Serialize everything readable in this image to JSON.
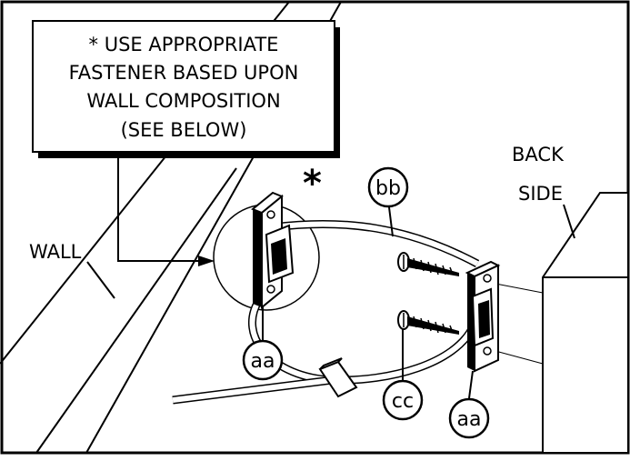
{
  "note": {
    "lines": [
      "* USE APPROPRIATE",
      "FASTENER BASED UPON",
      "WALL COMPOSITION",
      "(SEE BELOW)"
    ]
  },
  "labels": {
    "wall": "WALL",
    "back": "BACK",
    "side": "SIDE",
    "asterisk": "*"
  },
  "parts": {
    "aa_left": "aa",
    "aa_right": "aa",
    "bb": "bb",
    "cc": "cc"
  },
  "colors": {
    "ink": "#000000",
    "paper": "#ffffff"
  }
}
